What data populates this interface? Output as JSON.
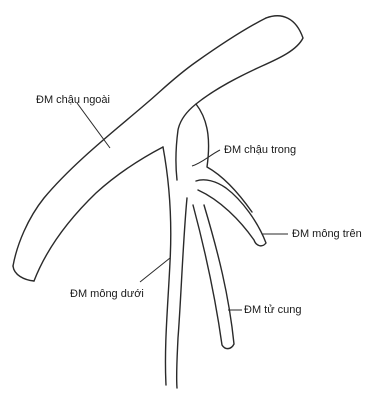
{
  "labels": {
    "external_iliac": "ĐM chậu ngoài",
    "internal_iliac": "ĐM chậu trong",
    "superior_gluteal": "ĐM mông trên",
    "inferior_gluteal": "ĐM mông dưới",
    "uterine": "ĐM tử cung"
  },
  "colors": {
    "outline": "#2a2a2a",
    "text": "#1a1a1a",
    "background": "#ffffff"
  }
}
